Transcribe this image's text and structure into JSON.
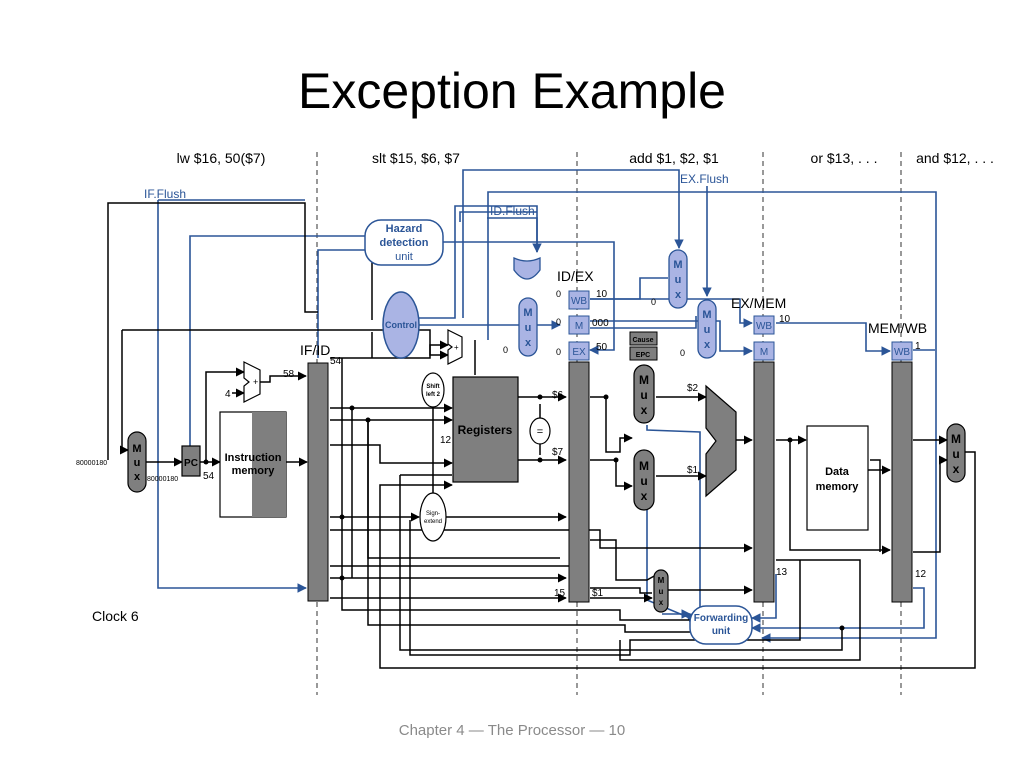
{
  "slide": {
    "title": "Exception Example",
    "footer": "Chapter 4 — The Processor — 10"
  },
  "instructions": [
    "lw $16, 50($7)",
    "slt $15, $6, $7",
    "add $1, $2, $1",
    "or $13, . . .",
    "and $12, . . ."
  ],
  "clock": "Clock 6",
  "signals": {
    "if_flush": "IF.Flush",
    "id_flush": "ID.Flush",
    "ex_flush": "EX.Flush"
  },
  "pipeline_registers": {
    "if_id": "IF/ID",
    "id_ex": "ID/EX",
    "ex_mem": "EX/MEM",
    "mem_wb": "MEM/WB"
  },
  "units": {
    "hazard_line1": "Hazard",
    "hazard_line2": "detection",
    "hazard_line3": "unit",
    "control": "Control",
    "registers": "Registers",
    "instruction_memory_line1": "Instruction",
    "instruction_memory_line2": "memory",
    "data_memory_line1": "Data",
    "data_memory_line2": "memory",
    "forwarding_line1": "Forwarding",
    "forwarding_line2": "unit",
    "shift_left_line1": "Shift",
    "shift_left_line2": "left 2",
    "sign_extend_line1": "Sign-",
    "sign_extend_line2": "extend",
    "pc": "PC",
    "cause": "Cause",
    "epc": "EPC",
    "equal": "=",
    "mux_letters": [
      "M",
      "u",
      "x"
    ]
  },
  "control_fields": {
    "wb": "WB",
    "m": "M",
    "ex": "EX"
  },
  "values": {
    "exception_addr": "80000180",
    "pc_value": "80000180",
    "pc_plus4": "54",
    "adder_const": "4",
    "adder_out": "58",
    "ifid_pc": "54",
    "imm": "12",
    "wb_ctrl": "10",
    "m_ctrl": "000",
    "ex_ctrl": "50",
    "zero": "0",
    "reg_a": "$6",
    "reg_b": "$7",
    "alu_a": "$2",
    "alu_b": "$1",
    "idex_rt": "15",
    "idex_rd": "$1",
    "exmem_rd": "13",
    "memwb_rd": "12",
    "exmem_wb": "10",
    "memwb_wb": "1"
  }
}
